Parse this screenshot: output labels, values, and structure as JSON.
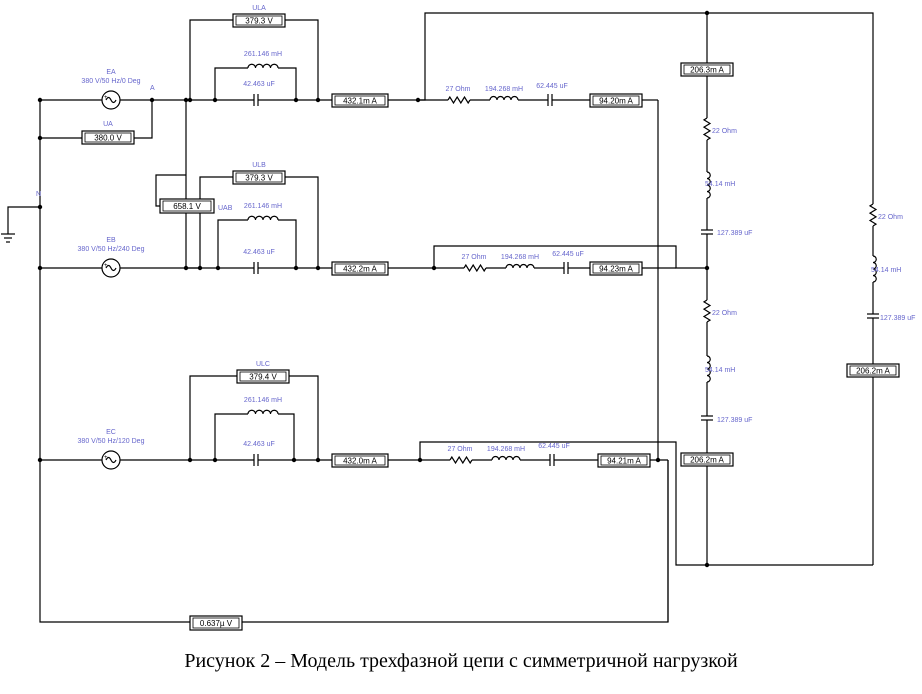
{
  "caption": "Рисунок 2 – Модель трехфазной цепи с симметричной нагрузкой",
  "sources": [
    {
      "name": "EA",
      "spec": "380 V/50 Hz/0 Deg"
    },
    {
      "name": "EB",
      "spec": "380 V/50 Hz/240 Deg"
    },
    {
      "name": "EC",
      "spec": "380 V/50 Hz/120 Deg"
    }
  ],
  "node_labels": {
    "a": "A",
    "n": "N"
  },
  "voltmeters": {
    "ula": {
      "name": "ULA",
      "value": "379.3",
      "unit": "V"
    },
    "ulb": {
      "name": "ULB",
      "value": "379.3",
      "unit": "V"
    },
    "ulc": {
      "name": "ULC",
      "value": "379.4",
      "unit": "V"
    },
    "ua": {
      "name": "UA",
      "value": "380.0",
      "unit": "V"
    },
    "uab": {
      "name": "UAB",
      "value": "658.1",
      "unit": "V"
    },
    "un": {
      "name": "",
      "value": "0.637µ",
      "unit": "V"
    }
  },
  "ammeters": {
    "line_a": {
      "value": "432.1m",
      "unit": "A"
    },
    "line_b": {
      "value": "432.2m",
      "unit": "A"
    },
    "line_c": {
      "value": "432.0m",
      "unit": "A"
    },
    "load_a": {
      "value": "94.20m",
      "unit": "A"
    },
    "load_b": {
      "value": "94.23m",
      "unit": "A"
    },
    "load_c": {
      "value": "94.21m",
      "unit": "A"
    },
    "delta_top": {
      "value": "206.3m",
      "unit": "A"
    },
    "delta_mid": {
      "value": "206.2m",
      "unit": "A"
    },
    "delta_right": {
      "value": "206.2m",
      "unit": "A"
    }
  },
  "line_components": {
    "inductor": "261.146 mH",
    "capacitor": "42.463 uF"
  },
  "load_components": {
    "resistor": "27  Ohm",
    "inductor": "194.268 mH",
    "capacitor": "62.445 uF"
  },
  "delta_components": {
    "resistor": "22  Ohm",
    "inductor": "54.14 mH",
    "capacitor": "127.389 uF"
  }
}
